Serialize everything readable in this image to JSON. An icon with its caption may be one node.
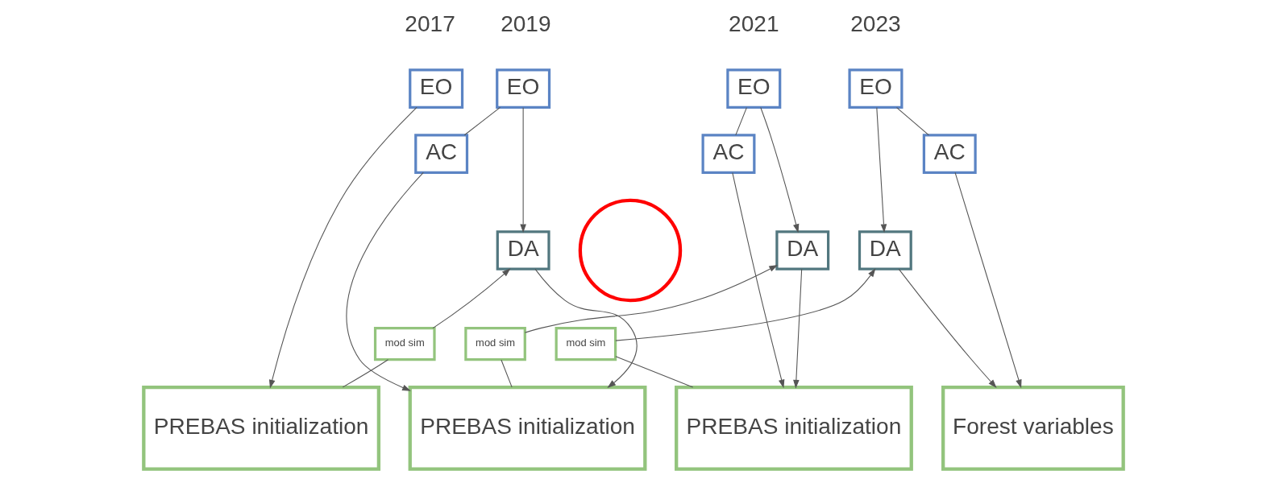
{
  "diagram": {
    "nodes": [
      {
        "text": [
          "EO"
        ]
      },
      {
        "text": [
          "EO"
        ]
      },
      {
        "text": [
          "EO"
        ]
      },
      {
        "text": [
          "EO"
        ]
      },
      {
        "text": [
          "AC"
        ]
      },
      {
        "text": [
          "AC"
        ]
      },
      {
        "text": [
          "AC"
        ]
      },
      {
        "text": [],
        "shape": "circle"
      },
      {
        "text": [
          "DA"
        ]
      },
      {
        "text": [
          "DA"
        ]
      },
      {
        "text": [
          "DA"
        ]
      },
      {
        "text": [
          "mod sim"
        ]
      },
      {
        "text": [
          "mod sim"
        ]
      },
      {
        "text": [
          "mod sim"
        ]
      },
      {
        "text": [
          "PREBAS initialization"
        ]
      },
      {
        "text": [
          "PREBAS initialization"
        ]
      },
      {
        "text": [
          "PREBAS initialization"
        ]
      },
      {
        "text": [
          "Forest variables"
        ]
      }
    ],
    "edges": [
      {
        "from": 0,
        "to": 14,
        "arrow": "to"
      },
      {
        "from": 1,
        "to": 4,
        "arrow": "none"
      },
      {
        "from": 1,
        "to": 8,
        "arrow": "to"
      },
      {
        "from": 8,
        "to": 15,
        "arrow": "to"
      },
      {
        "from": 4,
        "to": 15,
        "arrow": "to"
      },
      {
        "from": 2,
        "to": 5,
        "arrow": "none"
      },
      {
        "from": 2,
        "to": 9,
        "arrow": "to"
      },
      {
        "from": 9,
        "to": 16,
        "arrow": "to"
      },
      {
        "from": 5,
        "to": 16,
        "arrow": "to"
      },
      {
        "from": 3,
        "to": 6,
        "arrow": "none"
      },
      {
        "from": 3,
        "to": 10,
        "arrow": "to"
      },
      {
        "from": 10,
        "to": 17,
        "arrow": "to"
      },
      {
        "from": 6,
        "to": 17,
        "arrow": "to"
      },
      {
        "from": 14,
        "to": 11,
        "arrow": "none"
      },
      {
        "from": 11,
        "to": 8,
        "arrow": "to"
      },
      {
        "from": 15,
        "to": 12,
        "arrow": "none"
      },
      {
        "from": 12,
        "to": 9,
        "arrow": "to"
      },
      {
        "from": 16,
        "to": 13,
        "arrow": "none"
      },
      {
        "from": 13,
        "to": 10,
        "arrow": "to"
      }
    ],
    "labels": [
      "2017",
      "2019",
      "2021",
      "2023"
    ]
  }
}
